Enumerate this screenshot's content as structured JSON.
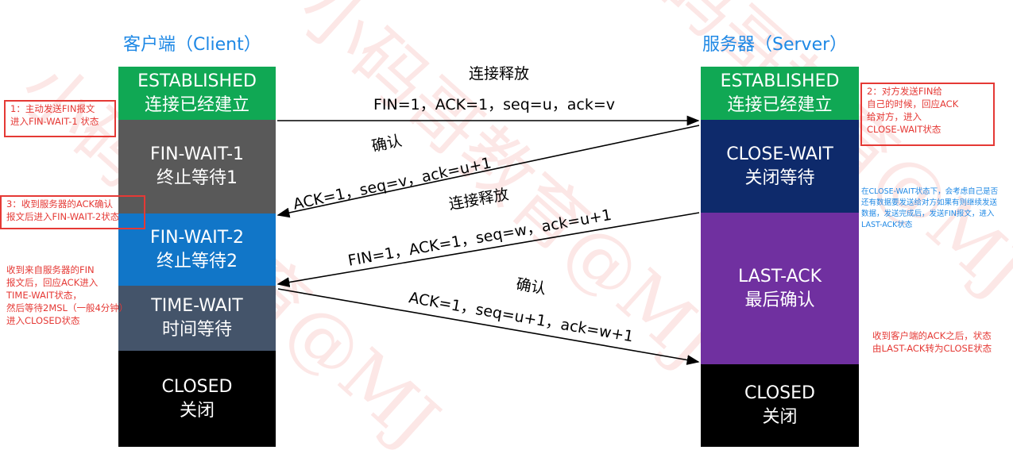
{
  "client": {
    "title": "客户端（Client）",
    "states": [
      {
        "name": "ESTABLISHED",
        "desc": "连接已经建立",
        "color": "#10a854"
      },
      {
        "name": "FIN-WAIT-1",
        "desc": "终止等待1",
        "color": "#595959"
      },
      {
        "name": "FIN-WAIT-2",
        "desc": "终止等待2",
        "color": "#1176c8"
      },
      {
        "name": "TIME-WAIT",
        "desc": "时间等待",
        "color": "#44546a"
      },
      {
        "name": "CLOSED",
        "desc": "关闭",
        "color": "#000000"
      }
    ]
  },
  "server": {
    "title": "服务器（Server）",
    "states": [
      {
        "name": "ESTABLISHED",
        "desc": "连接已经建立",
        "color": "#10a854"
      },
      {
        "name": "CLOSE-WAIT",
        "desc": "关闭等待",
        "color": "#0e2a6b"
      },
      {
        "name": "LAST-ACK",
        "desc": "最后确认",
        "color": "#7030a0"
      },
      {
        "name": "CLOSED",
        "desc": "关闭",
        "color": "#000000"
      }
    ]
  },
  "messages": [
    {
      "label": "连接释放",
      "content": "FIN=1，ACK=1，seq=u，ack=v"
    },
    {
      "label": "确认",
      "content": "ACK=1，seq=v，ack=u+1"
    },
    {
      "label": "连接释放",
      "content": "FIN=1，ACK=1，seq=w，ack=u+1"
    },
    {
      "label": "确认",
      "content": "ACK=1，seq=u+1，ack=w+1"
    }
  ],
  "annotations": {
    "note1": "1：主动发送FIN报文\n进入FIN-WAIT-1 状态",
    "note2": "2：对方发送FIN给\n自己的时候，回应ACK\n给对方，进入\nCLOSE-WAIT状态",
    "note3": "3：收到服务器的ACK确认\n报文后进入FIN-WAIT-2状态",
    "note4": "收到来自服务器的FIN\n报文后，回应ACK进入\nTIME-WAIT状态，\n然后等待2MSL（一般4分钟）\n进入CLOSED状态",
    "note5": "在CLOSE-WAIT状态下，会考虑自己是否\n还有数据要发送给对方如果有则继续发送\n数据，发送完成后，发送FIN报文，进入\nLAST-ACK状态",
    "note6": "收到客户端的ACK之后，状态\n由LAST-ACK转为CLOSE状态"
  },
  "watermark": "小码哥教育@MJ"
}
